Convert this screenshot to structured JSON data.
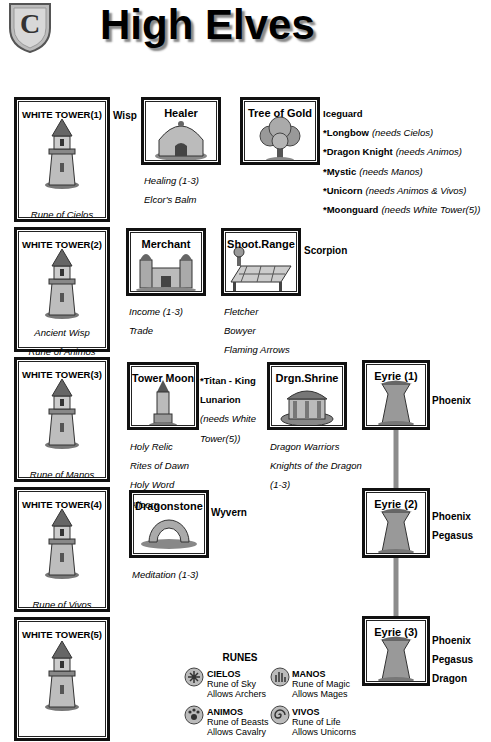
{
  "diagram": {
    "title": "High Elves",
    "nodes": [
      {
        "text": [
          "WHITE TOWER(1)",
          "Rune of Cielos",
          "Wisp"
        ]
      },
      {
        "text": [
          "Healer",
          "Healing (1-3)",
          "Elcor's Balm"
        ]
      },
      {
        "text": [
          "Tree of Gold",
          "Iceguard",
          "*Longbow",
          "(needs Cielos)",
          "*Dragon Knight",
          "(needs Animos)",
          "*Mystic",
          "(needs Manos)",
          "*Unicorn",
          "(needs Animos & Vivos)",
          "*Moonguard",
          "(needs White Tower(5))"
        ]
      },
      {
        "text": [
          "WHITE TOWER(2)",
          "Ancient Wisp",
          "Rune of Animos"
        ]
      },
      {
        "text": [
          "Merchant",
          "Income (1-3)",
          "Trade"
        ]
      },
      {
        "text": [
          "Shoot.Range",
          "Scorpion",
          "Fletcher",
          "Bowyer",
          "Flaming Arrows"
        ]
      },
      {
        "text": [
          "WHITE TOWER(3)",
          "Rune of Manos"
        ]
      },
      {
        "text": [
          "Tower Moon",
          "*Titan - King Lunarion",
          "(needs White Tower(5))",
          "Holy Relic",
          "Rites of Dawn",
          "Holy Word",
          "Alicorn"
        ]
      },
      {
        "text": [
          "Drgn.Shrine",
          "Dragon Warriors",
          "Knights of the Dragon (1-3)"
        ]
      },
      {
        "text": [
          "Eyrie (1)",
          "Phoenix"
        ]
      },
      {
        "text": [
          "WHITE TOWER(4)",
          "Rune of Vivos"
        ]
      },
      {
        "text": [
          "Dragonstone",
          "Wyvern",
          "Meditation (1-3)"
        ]
      },
      {
        "text": [
          "Eyrie (2)",
          "Phoenix",
          "Pegasus"
        ]
      },
      {
        "text": [
          "WHITE TOWER(5)"
        ]
      },
      {
        "text": [
          "Eyrie (3)",
          "Phoenix",
          "Pegasus",
          "Dragon"
        ]
      }
    ],
    "edges": [
      {
        "from": 9,
        "to": 12,
        "arrow": "none"
      },
      {
        "from": 12,
        "to": 14,
        "arrow": "none"
      }
    ],
    "labels": [
      "C",
      "RUNES",
      "Rune of Sky",
      "Allows Archers",
      "Rune of Magic",
      "Allows Mages",
      "Rune of Beasts",
      "Allows Cavalry",
      "Rune of Life",
      "Allows Unicorns"
    ],
    "legend": [
      {
        "text": "CIELOS"
      },
      {
        "text": "MANOS"
      },
      {
        "text": "ANIMOS"
      },
      {
        "text": "VIVOS"
      }
    ]
  }
}
